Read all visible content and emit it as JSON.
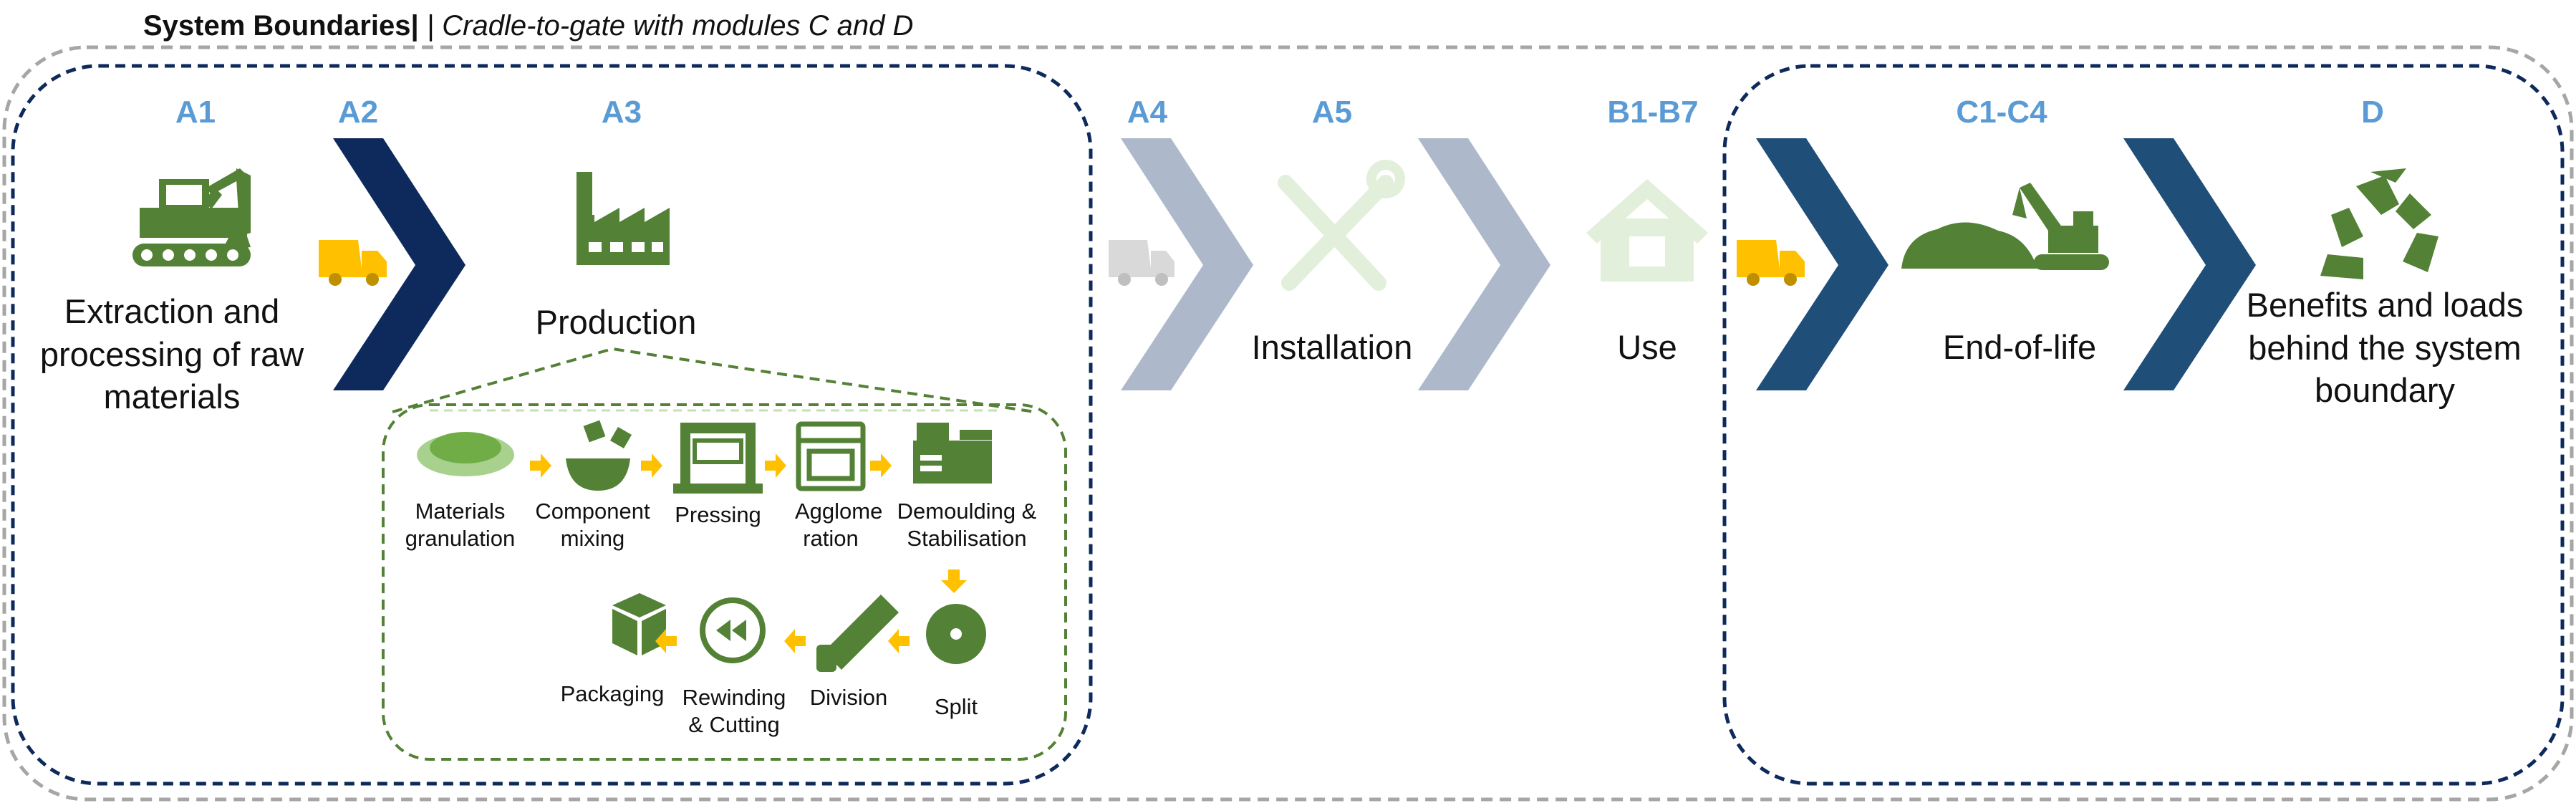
{
  "header": {
    "title": "System Boundaries|",
    "subtitle": " | Cradle-to-gate with modules C and D"
  },
  "colors": {
    "navy": "#0e2a5c",
    "steel_blue": "#1f4e79",
    "faded_blue": "#adb9ca",
    "module_code": "#5b9bd5",
    "green": "#538135",
    "faded_green": "#e2efda",
    "yellow": "#ffc000"
  },
  "modules": {
    "a1": {
      "code": "A1",
      "label": "Extraction and processing of raw materials",
      "icon": "excavator-icon"
    },
    "a2": {
      "code": "A2",
      "icon": "truck-icon"
    },
    "a3": {
      "code": "A3",
      "label": "Production",
      "icon": "factory-icon"
    },
    "a4": {
      "code": "A4",
      "icon": "truck-icon"
    },
    "a5": {
      "code": "A5",
      "label": "Installation",
      "icon": "tools-icon"
    },
    "b": {
      "code": "B1-B7",
      "label": "Use",
      "icon": "house-icon"
    },
    "c": {
      "code": "C1-C4",
      "label": "End-of-life",
      "icon": "demolition-icon"
    },
    "d": {
      "code": "D",
      "label": "Benefits and loads behind the system boundary",
      "icon": "recycle-icon"
    }
  },
  "production_steps": [
    {
      "label": "Materials granulation",
      "icon": "granules-icon"
    },
    {
      "label": "Component mixing",
      "icon": "mixing-icon"
    },
    {
      "label": "Pressing",
      "icon": "press-icon"
    },
    {
      "label": "Agglome ration",
      "icon": "oven-icon"
    },
    {
      "label": "Demoulding & Stabilisation",
      "icon": "machine-icon"
    },
    {
      "label": "Split",
      "icon": "saw-blade-icon"
    },
    {
      "label": "Division",
      "icon": "handsaw-icon"
    },
    {
      "label": "Rewinding & Cutting",
      "icon": "rewind-icon"
    },
    {
      "label": "Packaging",
      "icon": "box-icon"
    }
  ]
}
